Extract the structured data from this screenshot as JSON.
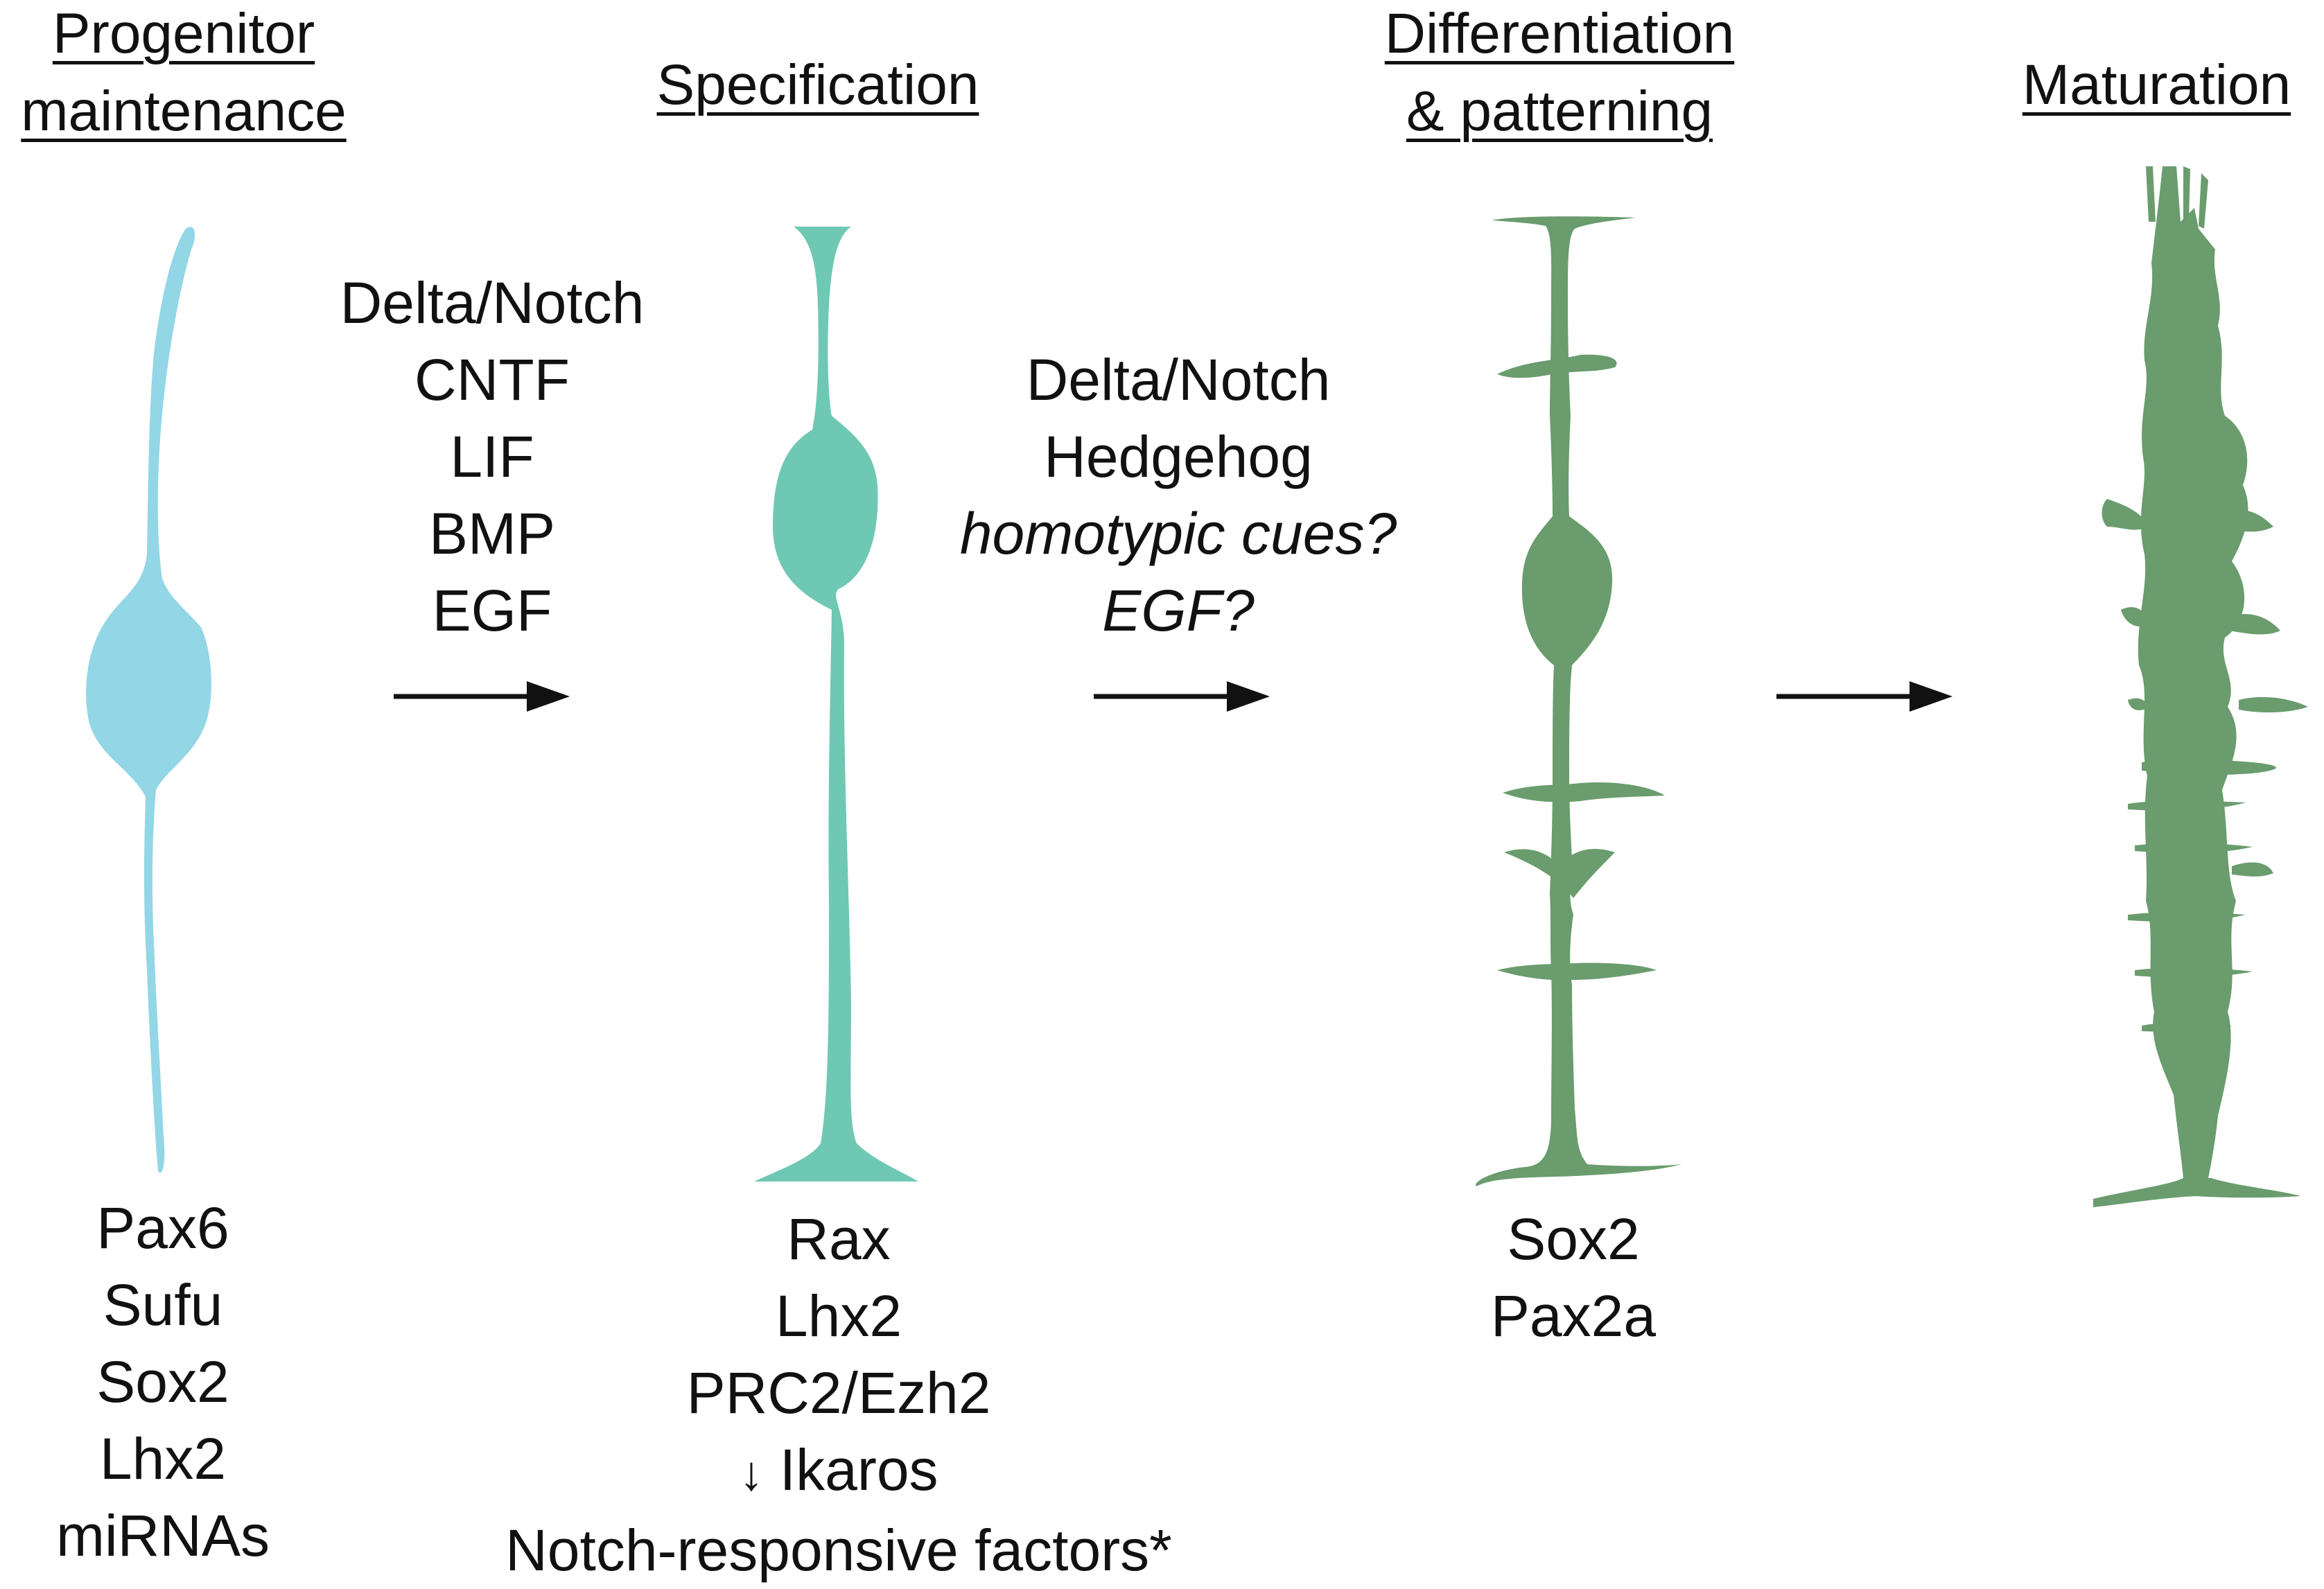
{
  "stages": [
    {
      "title_line1": "Progenitor",
      "title_line2": "maintenance",
      "color": "#93d6e6",
      "factors": [
        "Pax6",
        "Sufu",
        "Sox2",
        "Lhx2",
        "miRNAs"
      ]
    },
    {
      "title_line1": "Specification",
      "color": "#6fc8b4",
      "factors": [
        "Rax",
        "Lhx2",
        "PRC2/Ezh2",
        "Ikaros",
        "Notch-responsive factors*"
      ],
      "ikaros_prefix": "↓"
    },
    {
      "title_line1": "Differentiation",
      "title_line2": "& patterning",
      "color": "#6a9c6e",
      "factors": [
        "Sox2",
        "Pax2a"
      ]
    },
    {
      "title_line1": "Maturation",
      "color": "#6a9c6e"
    }
  ],
  "signals": [
    {
      "lines": [
        "Delta/Notch",
        "CNTF",
        "LIF",
        "BMP",
        "EGF"
      ]
    },
    {
      "lines": [
        "Delta/Notch",
        "Hedgehog"
      ],
      "italic_lines": [
        "homotypic cues?",
        "EGF?"
      ]
    }
  ],
  "arrow_color": "#111111"
}
